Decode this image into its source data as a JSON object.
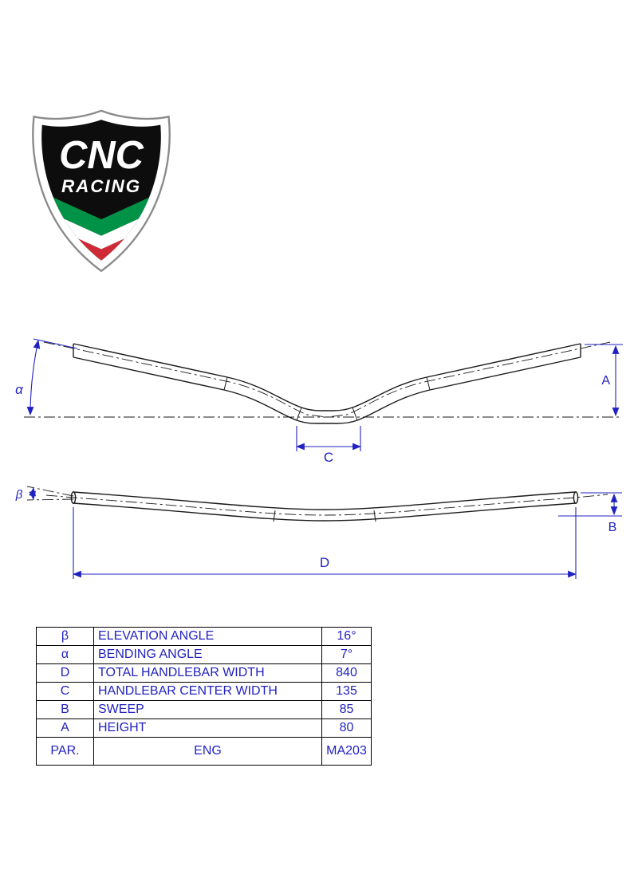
{
  "colors": {
    "accent": "#2222c0",
    "ink": "#1a1a1a",
    "logo-green": "#009246",
    "logo-red": "#ce2b37"
  },
  "logo": {
    "line1": "CNC",
    "line2": "RACING"
  },
  "drawing": {
    "front_view": {
      "alpha_label": "α",
      "height_label": "A",
      "center_width_label": "C"
    },
    "top_view": {
      "beta_label": "β",
      "sweep_label": "B",
      "width_label": "D"
    }
  },
  "table": {
    "rows": [
      {
        "param": "β",
        "description": "ELEVATION ANGLE",
        "value": "16°"
      },
      {
        "param": "α",
        "description": "BENDING ANGLE",
        "value": "7°"
      },
      {
        "param": "D",
        "description": "TOTAL HANDLEBAR WIDTH",
        "value": "840"
      },
      {
        "param": "C",
        "description": "HANDLEBAR CENTER WIDTH",
        "value": "135"
      },
      {
        "param": "B",
        "description": "SWEEP",
        "value": "85"
      },
      {
        "param": "A",
        "description": "HEIGHT",
        "value": "80"
      }
    ],
    "footer": {
      "param": "PAR.",
      "description": "ENG",
      "value": "MA203"
    }
  }
}
